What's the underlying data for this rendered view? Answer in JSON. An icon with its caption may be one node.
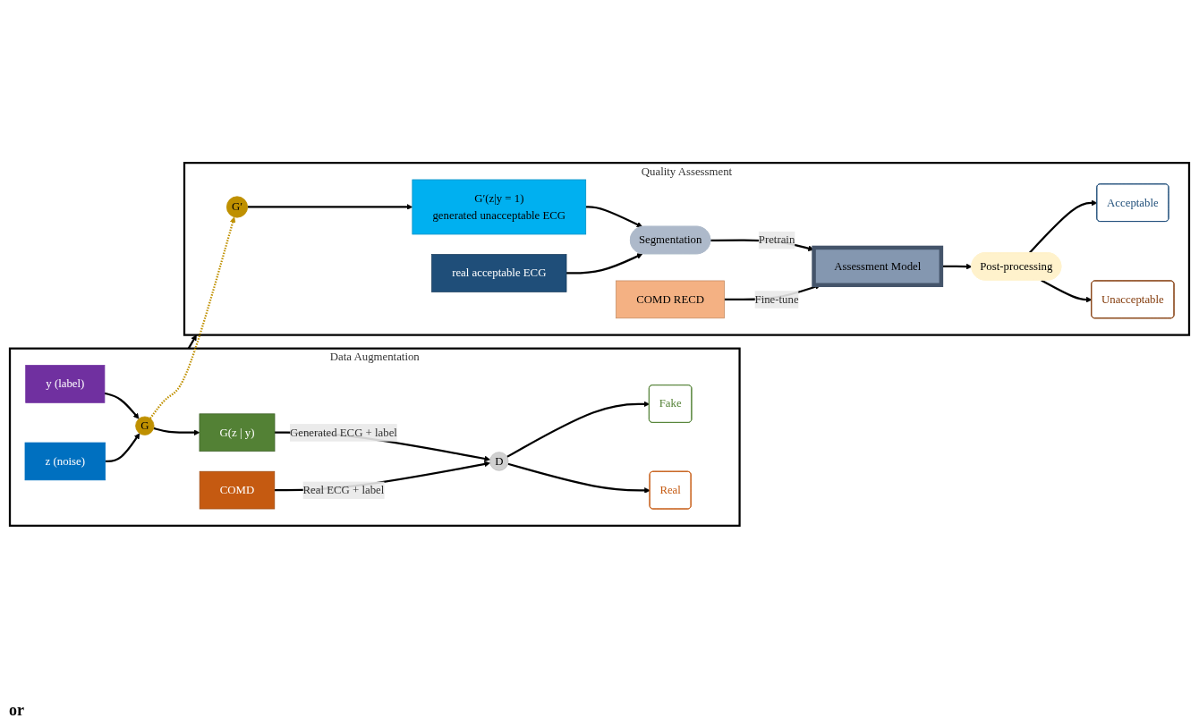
{
  "diagram": {
    "nodes": [
      {
        "text": [
          "Data Augmentation"
        ]
      },
      {
        "text": [
          "y (label)"
        ],
        "in": 0
      },
      {
        "text": [
          "z (noise)"
        ],
        "in": 0
      },
      {
        "text": [
          "G"
        ],
        "in": 0
      },
      {
        "text": [
          "G(z | y)"
        ],
        "in": 0
      },
      {
        "text": [
          "COMD"
        ],
        "in": 0
      },
      {
        "text": [
          "D"
        ],
        "in": 0
      },
      {
        "text": [
          "Real"
        ],
        "in": 0
      },
      {
        "text": [
          "Fake"
        ],
        "in": 0
      },
      {
        "text": [
          "Quality Assessment"
        ]
      },
      {
        "text": [
          "G′"
        ],
        "in": 9
      },
      {
        "text": [
          "G′(z|y = 1)",
          "generated unacceptable ECG"
        ],
        "in": 9
      },
      {
        "text": [
          "real acceptable ECG"
        ],
        "in": 9
      },
      {
        "text": [
          "Segmentation"
        ],
        "in": 9
      },
      {
        "text": [
          "Assessment Model"
        ],
        "in": 9
      },
      {
        "text": [
          "COMD RECD"
        ],
        "in": 9
      },
      {
        "text": [
          "Post-processing"
        ],
        "in": 9
      },
      {
        "text": [
          "Unacceptable"
        ],
        "in": 9
      },
      {
        "text": [
          "Acceptable"
        ],
        "in": 9
      }
    ],
    "edges": [
      {
        "from": 1,
        "to": 3,
        "arrow": "to"
      },
      {
        "from": 2,
        "to": 3,
        "arrow": "to"
      },
      {
        "from": 3,
        "to": 4,
        "arrow": "to"
      },
      {
        "from": 5,
        "to": 6,
        "arrow": "to",
        "label": "Real ECG + label"
      },
      {
        "from": 4,
        "to": 6,
        "arrow": "to",
        "label": "Generated ECG + label"
      },
      {
        "from": 6,
        "to": 7,
        "arrow": "to"
      },
      {
        "from": 6,
        "to": 8,
        "arrow": "to"
      },
      {
        "from": 0,
        "to": 9,
        "arrow": "to"
      },
      {
        "from": 3,
        "to": 10,
        "arrow": "to",
        "style": "dashed",
        "color": "#bf9000"
      },
      {
        "from": 10,
        "to": 11,
        "arrow": "to"
      },
      {
        "from": 11,
        "to": 13,
        "arrow": "to"
      },
      {
        "from": 12,
        "to": 13,
        "arrow": "to"
      },
      {
        "from": 13,
        "to": 14,
        "arrow": "to",
        "label": "Pretrain"
      },
      {
        "from": 15,
        "to": 14,
        "arrow": "to",
        "label": "Fine-tune"
      },
      {
        "from": 14,
        "to": 16,
        "arrow": "to"
      },
      {
        "from": 16,
        "to": 17,
        "arrow": "to"
      },
      {
        "from": 16,
        "to": 18,
        "arrow": "to"
      }
    ],
    "labels": [
      "or"
    ]
  }
}
